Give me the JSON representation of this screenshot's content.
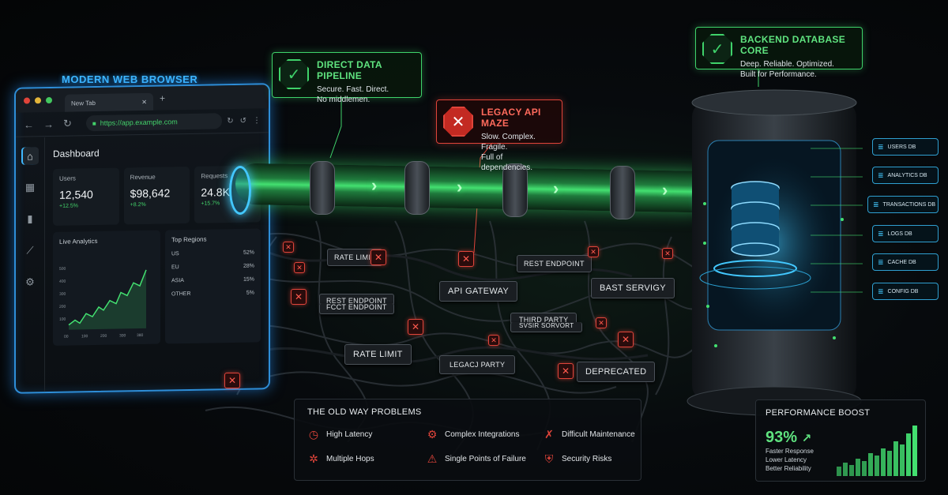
{
  "browser": {
    "label": "MODERN WEB BROWSER",
    "tab_label": "New Tab",
    "url": "https://app.example.com",
    "dashboard_title": "Dashboard",
    "kpis": [
      {
        "label": "Users",
        "value": "12,540",
        "delta": "+12.5%"
      },
      {
        "label": "Revenue",
        "value": "$98,642",
        "delta": "+8.2%"
      },
      {
        "label": "Requests",
        "value": "24.8K",
        "delta": "+15.7%"
      }
    ],
    "analytics": {
      "title": "Live Analytics",
      "y_ticks": [
        "500",
        "400",
        "300",
        "200",
        "100"
      ],
      "x_ticks": [
        "00",
        "100",
        "200",
        "300",
        "380"
      ]
    },
    "regions": {
      "title": "Top Regions",
      "rows": [
        {
          "name": "US",
          "value": "52%"
        },
        {
          "name": "EU",
          "value": "28%"
        },
        {
          "name": "ASIA",
          "value": "15%"
        },
        {
          "name": "OTHER",
          "value": "5%"
        }
      ]
    }
  },
  "callouts": {
    "pipeline": {
      "title": "DIRECT DATA PIPELINE",
      "lines": [
        "Secure. Fast. Direct.",
        "No middlemen."
      ]
    },
    "legacy": {
      "title": "LEGACY API MAZE",
      "lines": [
        "Slow. Complex. Fragile.",
        "Full of dependencies."
      ]
    },
    "backend": {
      "title": "BACKEND DATABASE CORE",
      "lines": [
        "Deep. Reliable. Optimized.",
        "Built for Performance."
      ]
    }
  },
  "maze_nodes": [
    "RATE LIMIT",
    "REST ENDPOINT",
    "API GATEWAY",
    "BAST SERVIGY",
    "REST ENDPOINT",
    "FCCT ENDPOINT",
    "THIRD PARTY",
    "SVSIR SORVORT",
    "RATE LIMIT",
    "LEGACJ PARTY",
    "DEPRECATED"
  ],
  "databases": [
    "USERS DB",
    "ANALYTICS DB",
    "TRANSACTIONS DB",
    "LOGS DB",
    "CACHE DB",
    "CONFIG DB"
  ],
  "problems": {
    "title": "THE OLD WAY PROBLEMS",
    "items": [
      {
        "label": "High Latency",
        "icon": "clock-icon"
      },
      {
        "label": "Complex Integrations",
        "icon": "gear-icon"
      },
      {
        "label": "Difficult Maintenance",
        "icon": "wrench-icon"
      },
      {
        "label": "Multiple Hops",
        "icon": "network-icon"
      },
      {
        "label": "Single Points of Failure",
        "icon": "warning-icon"
      },
      {
        "label": "Security Risks",
        "icon": "shield-icon"
      }
    ]
  },
  "performance": {
    "title": "PERFORMANCE BOOST",
    "value": "93%",
    "lines": [
      "Faster Response",
      "Lower Latency",
      "Better Reliability"
    ],
    "bar_levels": [
      0.18,
      0.26,
      0.22,
      0.34,
      0.3,
      0.45,
      0.4,
      0.55,
      0.5,
      0.68,
      0.62,
      0.85,
      1.0
    ]
  },
  "colors": {
    "accent_green": "#43e070",
    "accent_blue": "#3fb8ff",
    "alert_red": "#e0443a"
  }
}
